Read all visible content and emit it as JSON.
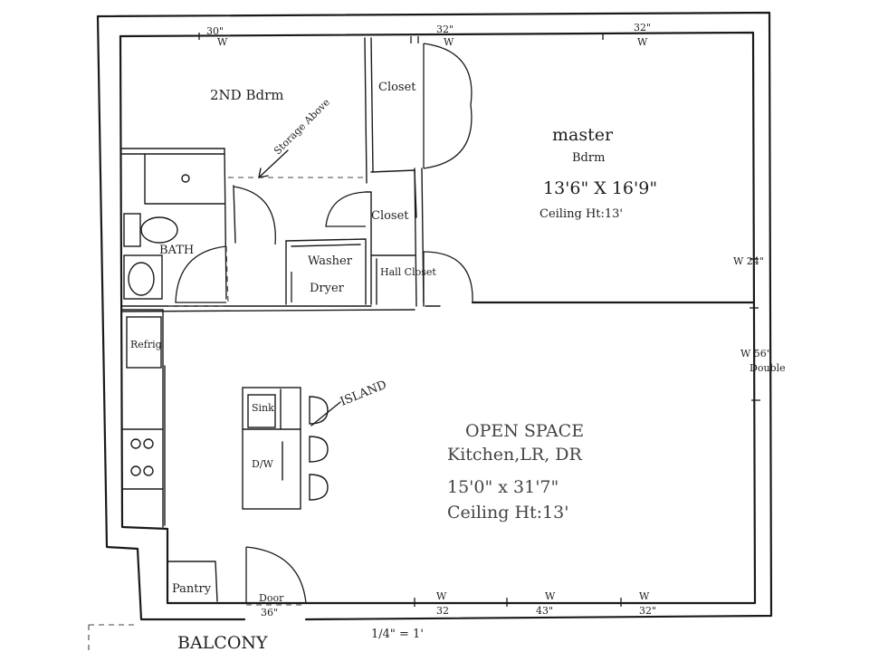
{
  "rooms": {
    "second_bedroom": "2ND Bdrm",
    "storage": "Storage Above",
    "closet_top": "Closet",
    "closet_mid": "Closet",
    "hall_closet": "Hall Closet",
    "washer": "Washer",
    "dryer": "Dryer",
    "bath": "BATH",
    "refrig": "Refrig",
    "island": "ISLAND",
    "sink": "Sink",
    "dishwasher": "D/W",
    "pantry": "Pantry",
    "door": "Door",
    "balcony": "BALCONY"
  },
  "master": {
    "name_line1": "master",
    "name_line2": "Bdrm",
    "size": "13'6\" X 16'9\"",
    "ceiling": "Ceiling Ht:13'"
  },
  "open_space": {
    "line1": "OPEN SPACE",
    "line2": "Kitchen,LR, DR",
    "size": "15'0\" x 31'7\"",
    "ceiling": "Ceiling Ht:13'"
  },
  "windows": {
    "top_1_size": "30\"",
    "top_1_w": "W",
    "top_2_size": "32\"",
    "top_2_w": "W",
    "top_3_size": "32\"",
    "top_3_w": "W",
    "right_1": "W 24\"",
    "right_2": "W 56\"",
    "right_2_note": "Double",
    "bottom_door_size": "36\"",
    "bottom_1_size": "32",
    "bottom_1_w": "W",
    "bottom_2_size": "43\"",
    "bottom_2_w": "W",
    "bottom_3_size": "32\"",
    "bottom_3_w": "W"
  },
  "scale": "1/4\" = 1'"
}
